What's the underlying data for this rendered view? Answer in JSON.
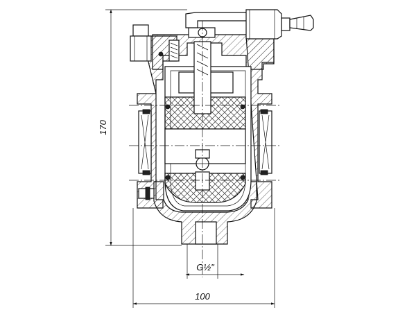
{
  "drawing": {
    "dimensions": {
      "height_label": "170",
      "width_label": "100",
      "thread_label": "G½\""
    }
  }
}
